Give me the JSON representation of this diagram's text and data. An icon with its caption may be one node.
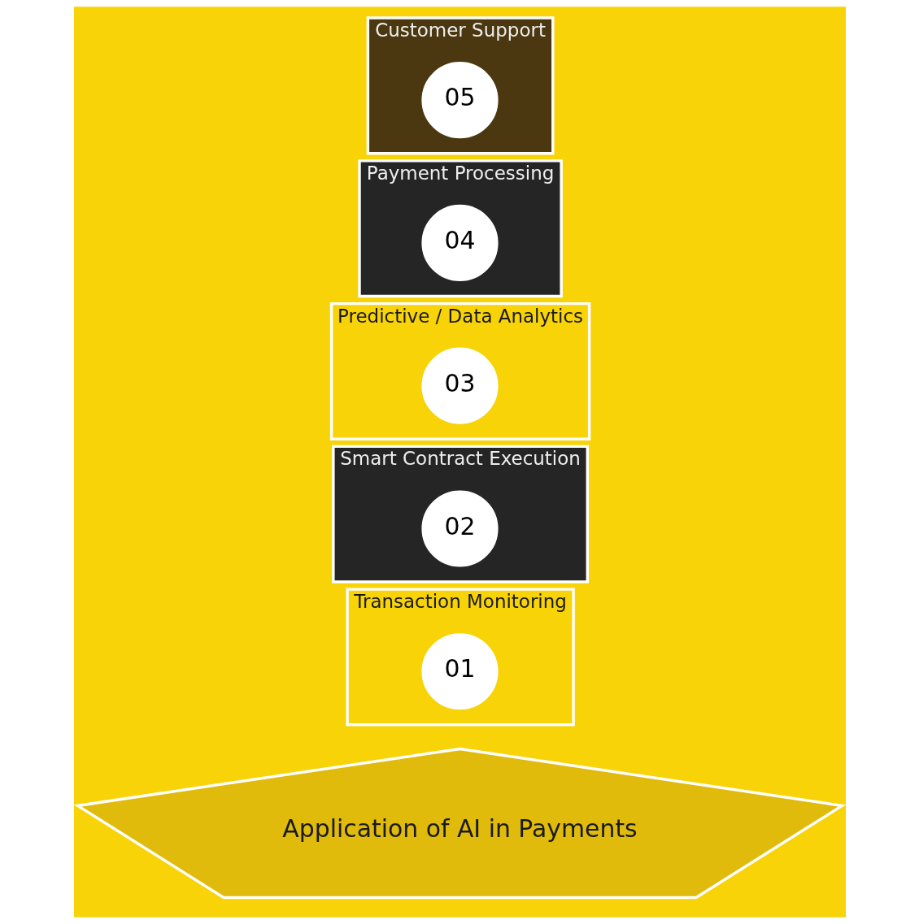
{
  "diagram": {
    "nodes": [
      {
        "text": [
          "Application of AI in Payments"
        ]
      },
      {
        "text": [
          "Transaction Monitoring"
        ]
      },
      {
        "text": [
          "01"
        ],
        "in": 1
      },
      {
        "text": [
          "Smart Contract Execution"
        ]
      },
      {
        "text": [
          "02"
        ],
        "in": 3
      },
      {
        "text": [
          "Predictive / Data Analytics"
        ]
      },
      {
        "text": [
          "03"
        ],
        "in": 5
      },
      {
        "text": [
          "Payment Processing"
        ]
      },
      {
        "text": [
          "04"
        ],
        "in": 7
      },
      {
        "text": [
          "Customer Support"
        ]
      },
      {
        "text": [
          "05"
        ],
        "in": 9
      }
    ],
    "edges": []
  }
}
